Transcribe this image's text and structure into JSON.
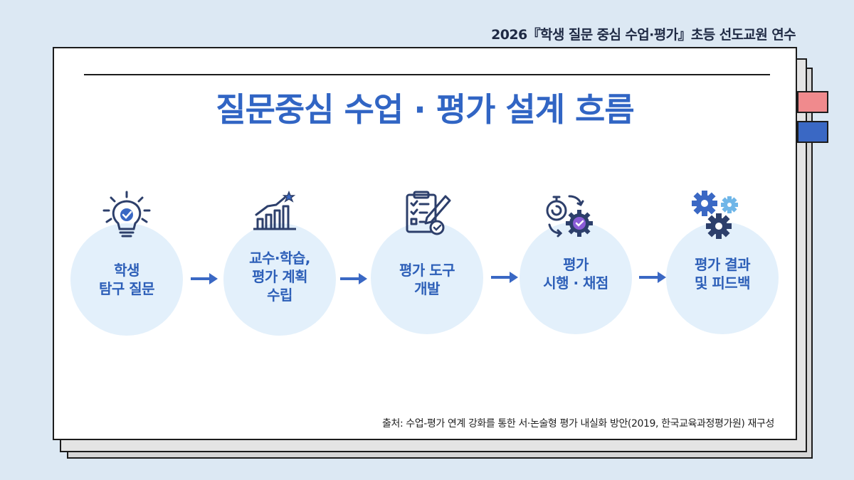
{
  "header": {
    "title": "2026『학생 질문 중심 수업·평가』초등 선도교원 연수"
  },
  "main": {
    "title": "질문중심 수업 · 평가  설계 흐름",
    "steps": [
      {
        "label": "학생\n탐구 질문",
        "icon": "lightbulb-icon"
      },
      {
        "label": "교수·학습,\n평가 계획\n수립",
        "icon": "growth-chart-icon"
      },
      {
        "label": "평가 도구\n개발",
        "icon": "checklist-pen-icon"
      },
      {
        "label": "평가\n시행 · 채점",
        "icon": "stopwatch-gear-icon"
      },
      {
        "label": "평가 결과\n및 피드백",
        "icon": "gears-icon"
      }
    ],
    "source": "출처: 수업-평가 연계 강화를 통한 서·논술형 평가 내실화 방안(2019, 한국교육과정평가원) 재구성"
  },
  "colors": {
    "accent": "#3165c4",
    "circle": "#e3f0fb",
    "background": "#dce8f3",
    "tab_red": "#f08a8d",
    "tab_blue": "#3a68c4"
  }
}
